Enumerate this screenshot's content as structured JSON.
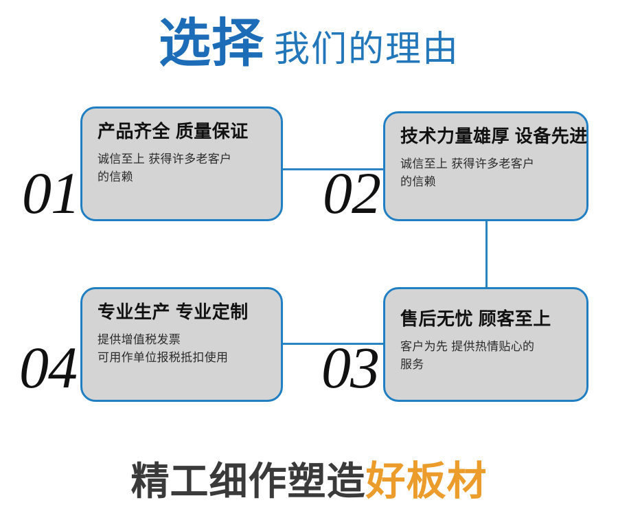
{
  "header": {
    "title_strong": "选择",
    "title_light": "我们的理由",
    "strong_color": "#1c6cb8",
    "light_color": "#2277bb"
  },
  "cards": [
    {
      "number": "01",
      "title": "产品齐全 质量保证",
      "body_lines": [
        "诚信至上 获得许多老客户",
        "的信赖"
      ]
    },
    {
      "number": "02",
      "title": "技术力量雄厚 设备先进",
      "body_lines": [
        "诚信至上 获得许多老客户",
        "的信赖"
      ]
    },
    {
      "number": "03",
      "title": "售后无忧 顾客至上",
      "body_lines": [
        "客户为先 提供热情贴心的",
        "服务"
      ]
    },
    {
      "number": "04",
      "title": "专业生产 专业定制",
      "body_lines": [
        "提供增值税发票",
        "可用作单位报税抵扣使用"
      ]
    }
  ],
  "footer": {
    "text_dark": "精工细作塑造",
    "text_accent": "好板材",
    "dark_color": "#3a3a3a",
    "accent_color": "#eb9c2a"
  },
  "theme": {
    "card_fill": "#d4d4d4",
    "card_border": "#1f7fc2",
    "connector_color": "#2a84c4",
    "background": "#ffffff"
  }
}
